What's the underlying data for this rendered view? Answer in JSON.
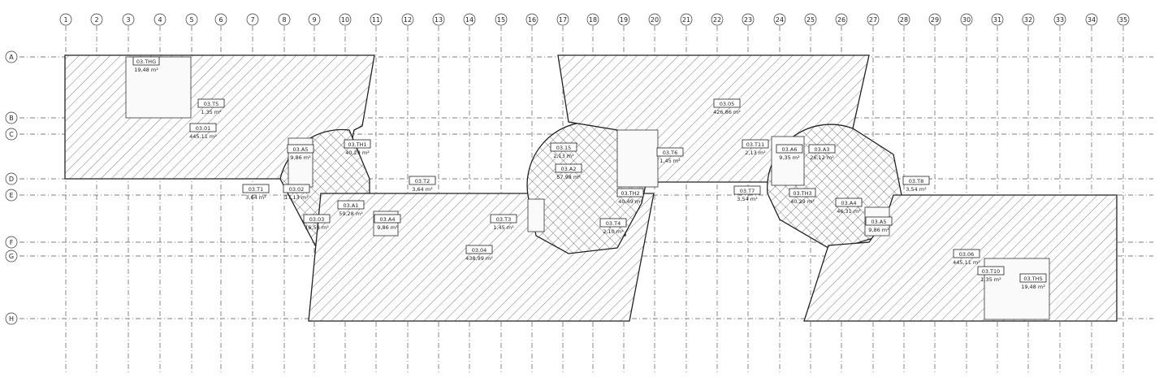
{
  "grid": {
    "columns": [
      "1",
      "2",
      "3",
      "4",
      "5",
      "6",
      "7",
      "8",
      "9",
      "10",
      "11",
      "12",
      "13",
      "14",
      "15",
      "16",
      "17",
      "18",
      "19",
      "20",
      "21",
      "22",
      "23",
      "24",
      "25",
      "26",
      "27",
      "28",
      "29",
      "30",
      "31",
      "32",
      "33",
      "34",
      "35"
    ],
    "rows": [
      "A",
      "B",
      "C",
      "D",
      "E",
      "F",
      "G",
      "H"
    ]
  },
  "rooms": [
    {
      "id": "3.01",
      "code": "03.01",
      "area": "445,11 m²"
    },
    {
      "id": "3.THG",
      "code": "03.THG",
      "area": "19,48 m²"
    },
    {
      "id": "3.T5",
      "code": "03.T5",
      "area": "1,35 m²"
    },
    {
      "id": "3.A5",
      "code": "03.A5",
      "area": "9,86 m²"
    },
    {
      "id": "3.TH1",
      "code": "03.TH1",
      "area": "40,29 m²"
    },
    {
      "id": "3.T1",
      "code": "03.T1",
      "area": "3,64 m²"
    },
    {
      "id": "3.02",
      "code": "03.02",
      "area": "17,13 m²"
    },
    {
      "id": "3.03",
      "code": "03.03",
      "area": "16,59 m²"
    },
    {
      "id": "3.A1",
      "code": "03.A1",
      "area": "59,28 m²"
    },
    {
      "id": "3.A4",
      "code": "03.A4",
      "area": "9,86 m²"
    },
    {
      "id": "3.T2",
      "code": "03.T2",
      "area": "3,64 m²"
    },
    {
      "id": "3.04",
      "code": "03.04",
      "area": "438,99 m²"
    },
    {
      "id": "3.T3",
      "code": "03.T3",
      "area": "1,45 m²"
    },
    {
      "id": "3.15",
      "code": "03.15",
      "area": "2,13 m²"
    },
    {
      "id": "3.A2",
      "code": "03.A2",
      "area": "57,98 m²"
    },
    {
      "id": "3.TH2",
      "code": "03.TH2",
      "area": "40,49 m²"
    },
    {
      "id": "3.T4",
      "code": "03.T4",
      "area": "2,10 m²"
    },
    {
      "id": "3.T6",
      "code": "03.T6",
      "area": "1,45 m²"
    },
    {
      "id": "3.05",
      "code": "03.05",
      "area": "426,86 m²"
    },
    {
      "id": "3.T11",
      "code": "03.T11",
      "area": "2,13 m²"
    },
    {
      "id": "3.A6",
      "code": "03.A6",
      "area": "9,35 m²"
    },
    {
      "id": "3.A3",
      "code": "03.A3",
      "area": "26,12 m²"
    },
    {
      "id": "3.T7",
      "code": "03.T7",
      "area": "3,54 m²"
    },
    {
      "id": "3.TH3",
      "code": "03.TH3",
      "area": "40,29 m²"
    },
    {
      "id": "3.A4b",
      "code": "03.A4",
      "area": "46,31 m²"
    },
    {
      "id": "3.A5b",
      "code": "03.A5",
      "area": "9,86 m²"
    },
    {
      "id": "3.T8",
      "code": "03.T8",
      "area": "3,54 m²"
    },
    {
      "id": "3.06",
      "code": "03.06",
      "area": "445,11 m²"
    },
    {
      "id": "3.T10",
      "code": "03.T10",
      "area": "1,35 m²"
    },
    {
      "id": "3.THS",
      "code": "03.THS",
      "area": "19,48 m²"
    }
  ]
}
